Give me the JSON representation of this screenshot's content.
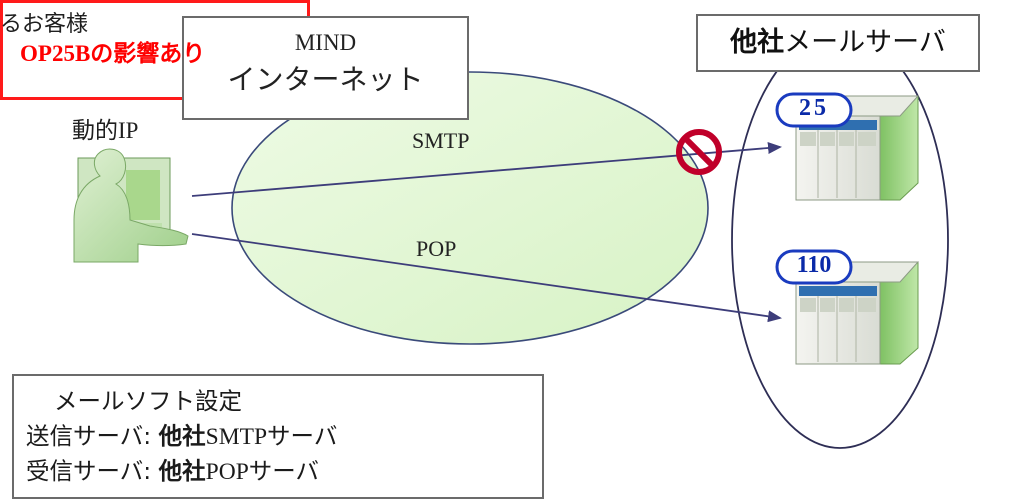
{
  "customer_label": "るお客様",
  "mind_box": {
    "line1": "MIND",
    "line2": "インターネット"
  },
  "server_title": {
    "bold": "他社",
    "rest": "メールサーバ"
  },
  "dynamic_ip": {
    "prefix": "動的",
    "ip": "IP"
  },
  "protocols": {
    "smtp": "SMTP",
    "pop": "POP"
  },
  "ports": {
    "smtp_port": "25",
    "pop_port": "110"
  },
  "mail_software": {
    "heading": "メールソフト設定",
    "send": {
      "label": "送信サーバ:",
      "bold": "他社",
      "value": "SMTPサーバ"
    },
    "receive": {
      "label": "受信サーバ:",
      "bold": "他社",
      "value": "POPサーバ"
    }
  },
  "impact": {
    "en": "OP25B",
    "jp": "の影響あり"
  },
  "colors": {
    "cloud_fill": "#dff5cf",
    "server_green": "#a6d88b",
    "blue_stripe": "#2f6fb0",
    "block_red": "#c0002a",
    "impact_red": "#ff0000"
  },
  "icons": [
    "user-at-computer-icon",
    "mail-server-icon",
    "no-entry-icon",
    "arrow-icon"
  ]
}
